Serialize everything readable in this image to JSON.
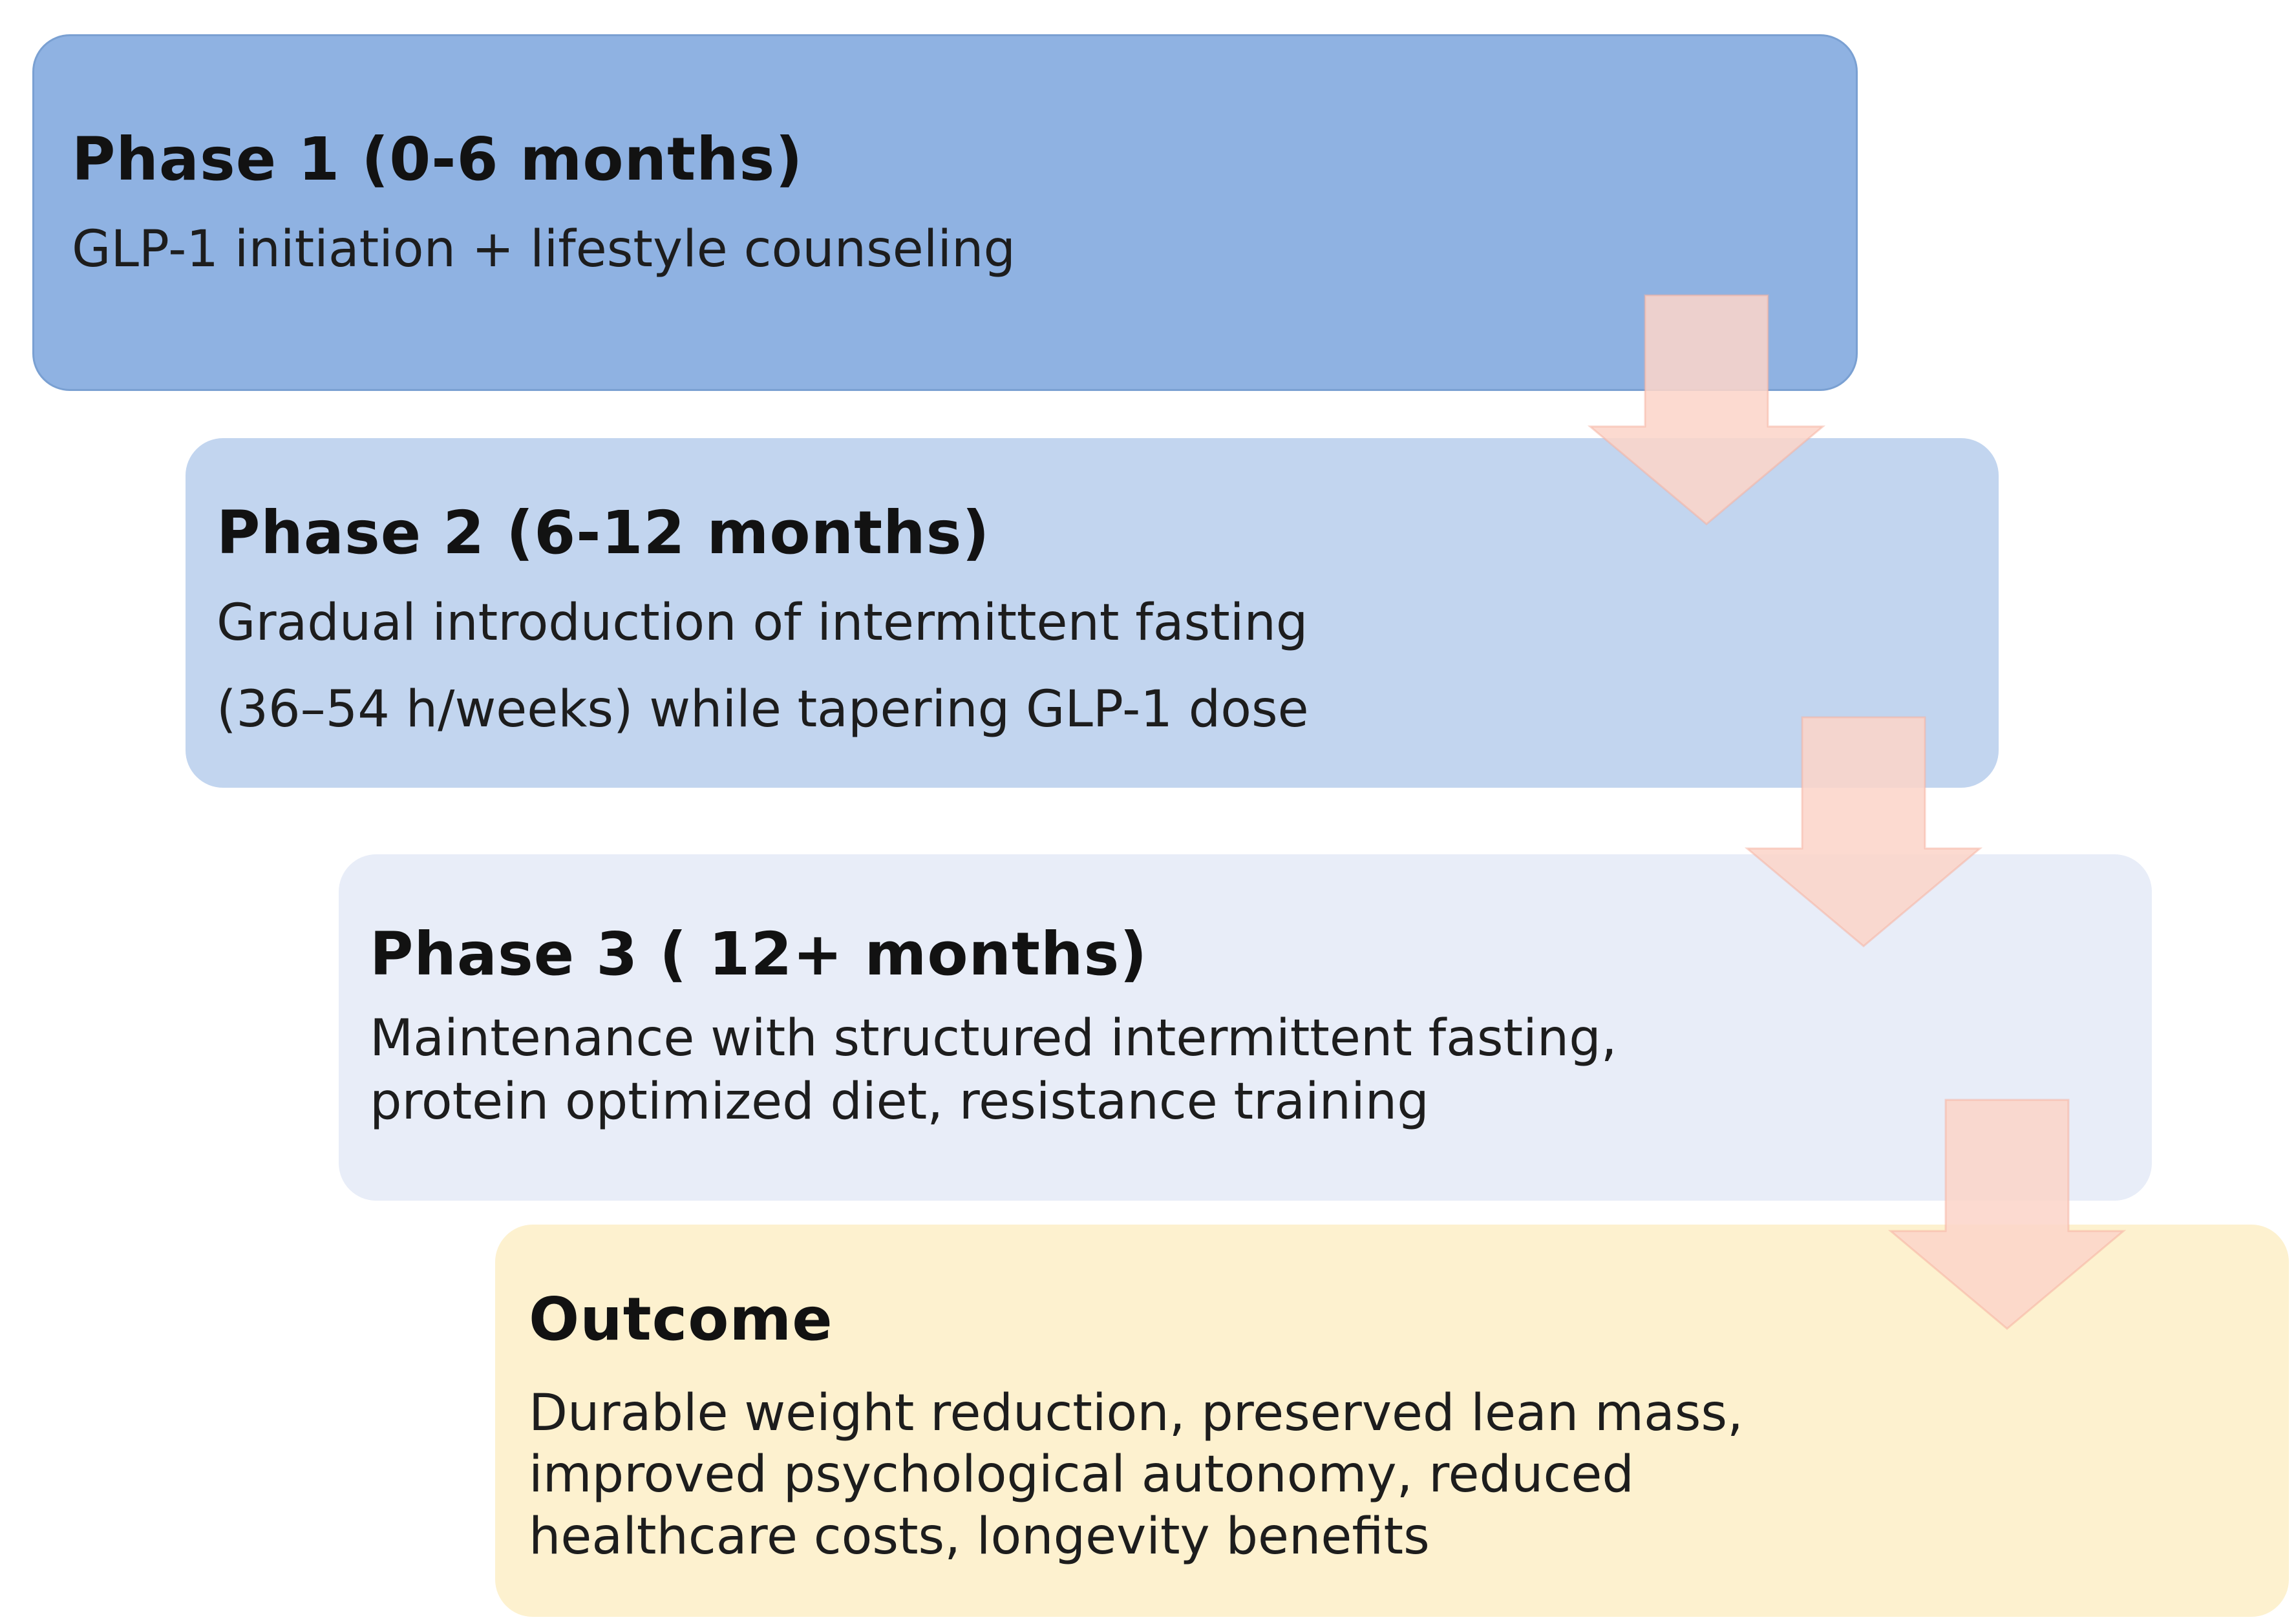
{
  "diagram": {
    "background": "#FFFFFF",
    "arrow": {
      "glyph": "block-down-arrow",
      "fill": "#FBD5C9",
      "stroke": "#F6AF9E"
    },
    "boxes": [
      {
        "id": "phase-1",
        "title": "Phase 1 (0-6 months)",
        "lines": [
          "GLP-1 initiation + lifestyle counseling"
        ],
        "bg": "#8FB2E2",
        "border": "#7AA0D2"
      },
      {
        "id": "phase-2",
        "title": "Phase 2 (6-12 months)",
        "lines": [
          "Gradual introduction of intermittent fasting",
          "(36–54 h/weeks) while tapering GLP-1 dose"
        ],
        "bg": "#C2D5EF"
      },
      {
        "id": "phase-3",
        "title": "Phase 3 ( 12+ months)",
        "lines": [
          "Maintenance with structured intermittent fasting,",
          "protein optimized diet, resistance training"
        ],
        "bg": "#E8EDF8"
      },
      {
        "id": "outcome",
        "title": "Outcome",
        "lines": [
          "Durable weight reduction, preserved lean mass,",
          "improved psychological autonomy, reduced",
          "healthcare costs, longevity benefits"
        ],
        "bg": "#FDF1CF"
      }
    ]
  }
}
